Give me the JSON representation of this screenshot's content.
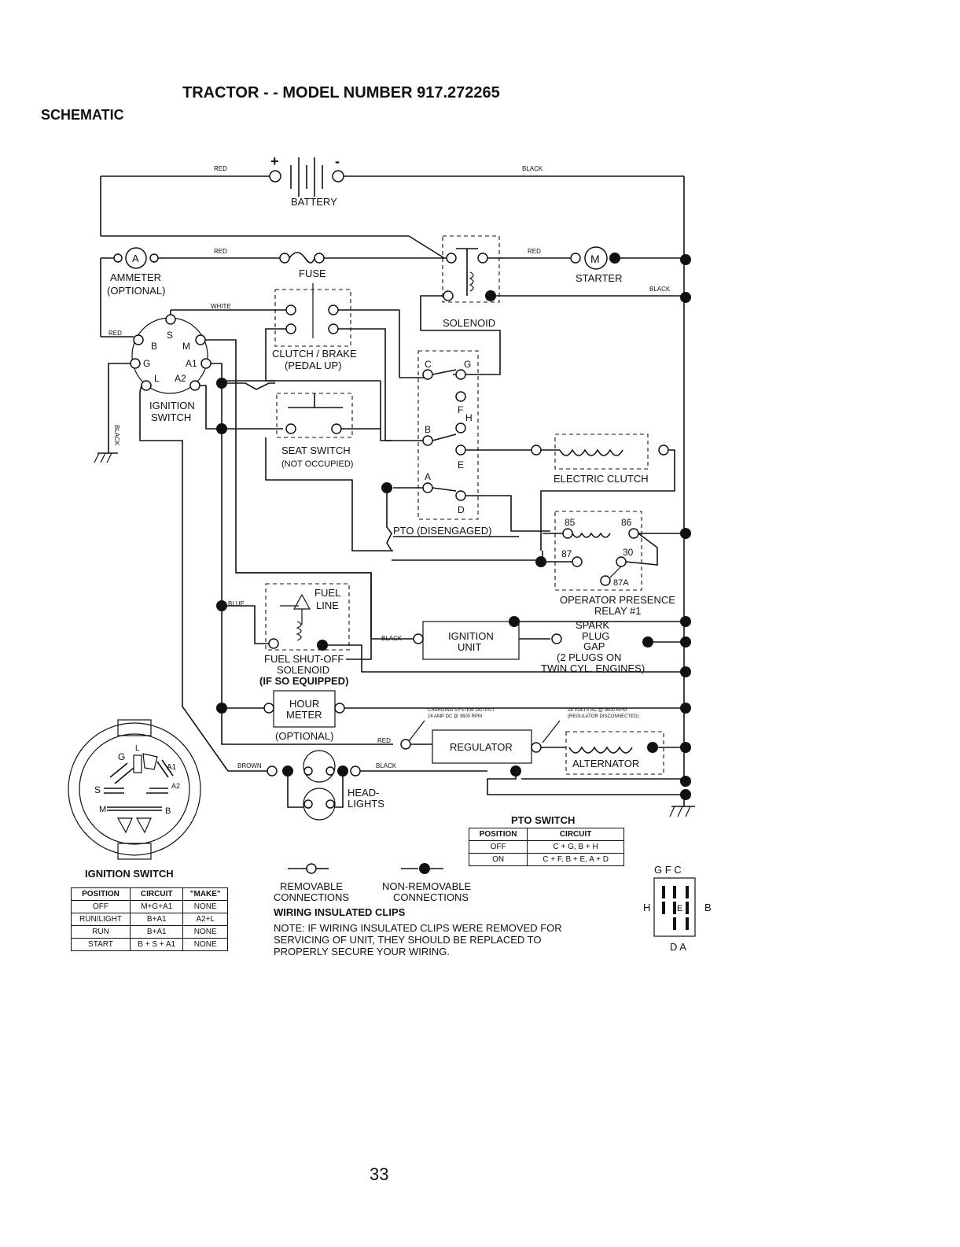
{
  "header": {
    "title": "TRACTOR - - MODEL NUMBER 917.272265",
    "section": "SCHEMATIC"
  },
  "components": {
    "battery": "BATTERY",
    "battery_plus": "+",
    "battery_minus": "-",
    "ammeter": "AMMETER",
    "ammeter_opt": "(OPTIONAL)",
    "ammeter_symbol": "A",
    "fuse": "FUSE",
    "starter": "STARTER",
    "starter_symbol": "M",
    "solenoid": "SOLENOID",
    "clutch_brake_1": "CLUTCH / BRAKE",
    "clutch_brake_2": "(PEDAL UP)",
    "seat_switch_1": "SEAT SWITCH",
    "seat_switch_2": "(NOT OCCUPIED)",
    "ignition_switch_1": "IGNITION",
    "ignition_switch_2": "SWITCH",
    "pto": "PTO (DISENGAGED)",
    "electric_clutch": "ELECTRIC CLUTCH",
    "relay_1": "OPERATOR PRESENCE",
    "relay_2": "RELAY #1",
    "fuel_line_1": "FUEL",
    "fuel_line_2": "LINE",
    "fuel_sol_1": "FUEL SHUT-OFF",
    "fuel_sol_2": "SOLENOID",
    "fuel_sol_3": "(IF SO EQUIPPED)",
    "ignition_unit_1": "IGNITION",
    "ignition_unit_2": "UNIT",
    "spark_1": "SPARK",
    "spark_2": "PLUG",
    "spark_3": "GAP",
    "spark_4": "(2 PLUGS ON",
    "spark_5": "TWIN CYL. ENGINES)",
    "hour_1": "HOUR",
    "hour_2": "METER",
    "hour_3": "(OPTIONAL)",
    "regulator": "REGULATOR",
    "alternator": "ALTERNATOR",
    "charging_1": "CHARGING SYSTEM OUTPUT",
    "charging_2": "16 AMP DC @ 3600 RPM",
    "ac_1": "28 VOLTS AC @ 3600 RPM",
    "ac_2": "(REGULATOR DISCONNECTED)",
    "headlights_1": "HEAD-",
    "headlights_2": "LIGHTS"
  },
  "terminals": {
    "ign_s": "S",
    "ign_b": "B",
    "ign_m": "M",
    "ign_g": "G",
    "ign_a1": "A1",
    "ign_l": "L",
    "ign_a2": "A2",
    "pto_c": "C",
    "pto_g": "G",
    "pto_f": "F",
    "pto_h": "H",
    "pto_b": "B",
    "pto_e": "E",
    "pto_a": "A",
    "pto_d": "D",
    "relay_85": "85",
    "relay_86": "86",
    "relay_87": "87",
    "relay_30": "30",
    "relay_87a": "87A"
  },
  "wires": {
    "red": "RED",
    "black": "BLACK",
    "white": "WHITE",
    "blue": "BLUE",
    "brown": "BROWN"
  },
  "legend": {
    "removable_1": "REMOVABLE",
    "removable_2": "CONNECTIONS",
    "nonremovable_1": "NON-REMOVABLE",
    "nonremovable_2": "CONNECTIONS",
    "clips": "WIRING INSULATED CLIPS",
    "note_1": "NOTE: IF WIRING INSULATED CLIPS WERE REMOVED FOR",
    "note_2": "SERVICING OF UNIT, THEY SHOULD BE REPLACED TO",
    "note_3": "PROPERLY SECURE YOUR WIRING."
  },
  "ignition_switch_table": {
    "title": "IGNITION SWITCH",
    "headers": [
      "POSITION",
      "CIRCUIT",
      "\"MAKE\""
    ],
    "rows": [
      [
        "OFF",
        "M+G+A1",
        "NONE"
      ],
      [
        "RUN/LIGHT",
        "B+A1",
        "A2+L"
      ],
      [
        "RUN",
        "B+A1",
        "NONE"
      ],
      [
        "START",
        "B + S + A1",
        "NONE"
      ]
    ]
  },
  "pto_switch_table": {
    "title": "PTO SWITCH",
    "headers": [
      "POSITION",
      "CIRCUIT"
    ],
    "rows": [
      [
        "OFF",
        "C + G, B + H"
      ],
      [
        "ON",
        "C + F, B + E, A + D"
      ]
    ]
  },
  "pto_connector": {
    "top": "G F C",
    "left": "H",
    "center": "E",
    "right": "B",
    "bottom": "D A"
  },
  "ignition_face": {
    "g": "G",
    "l": "L",
    "a1": "A1",
    "s": "S",
    "a2": "A2",
    "m": "M",
    "b": "B"
  },
  "page_number": "33"
}
